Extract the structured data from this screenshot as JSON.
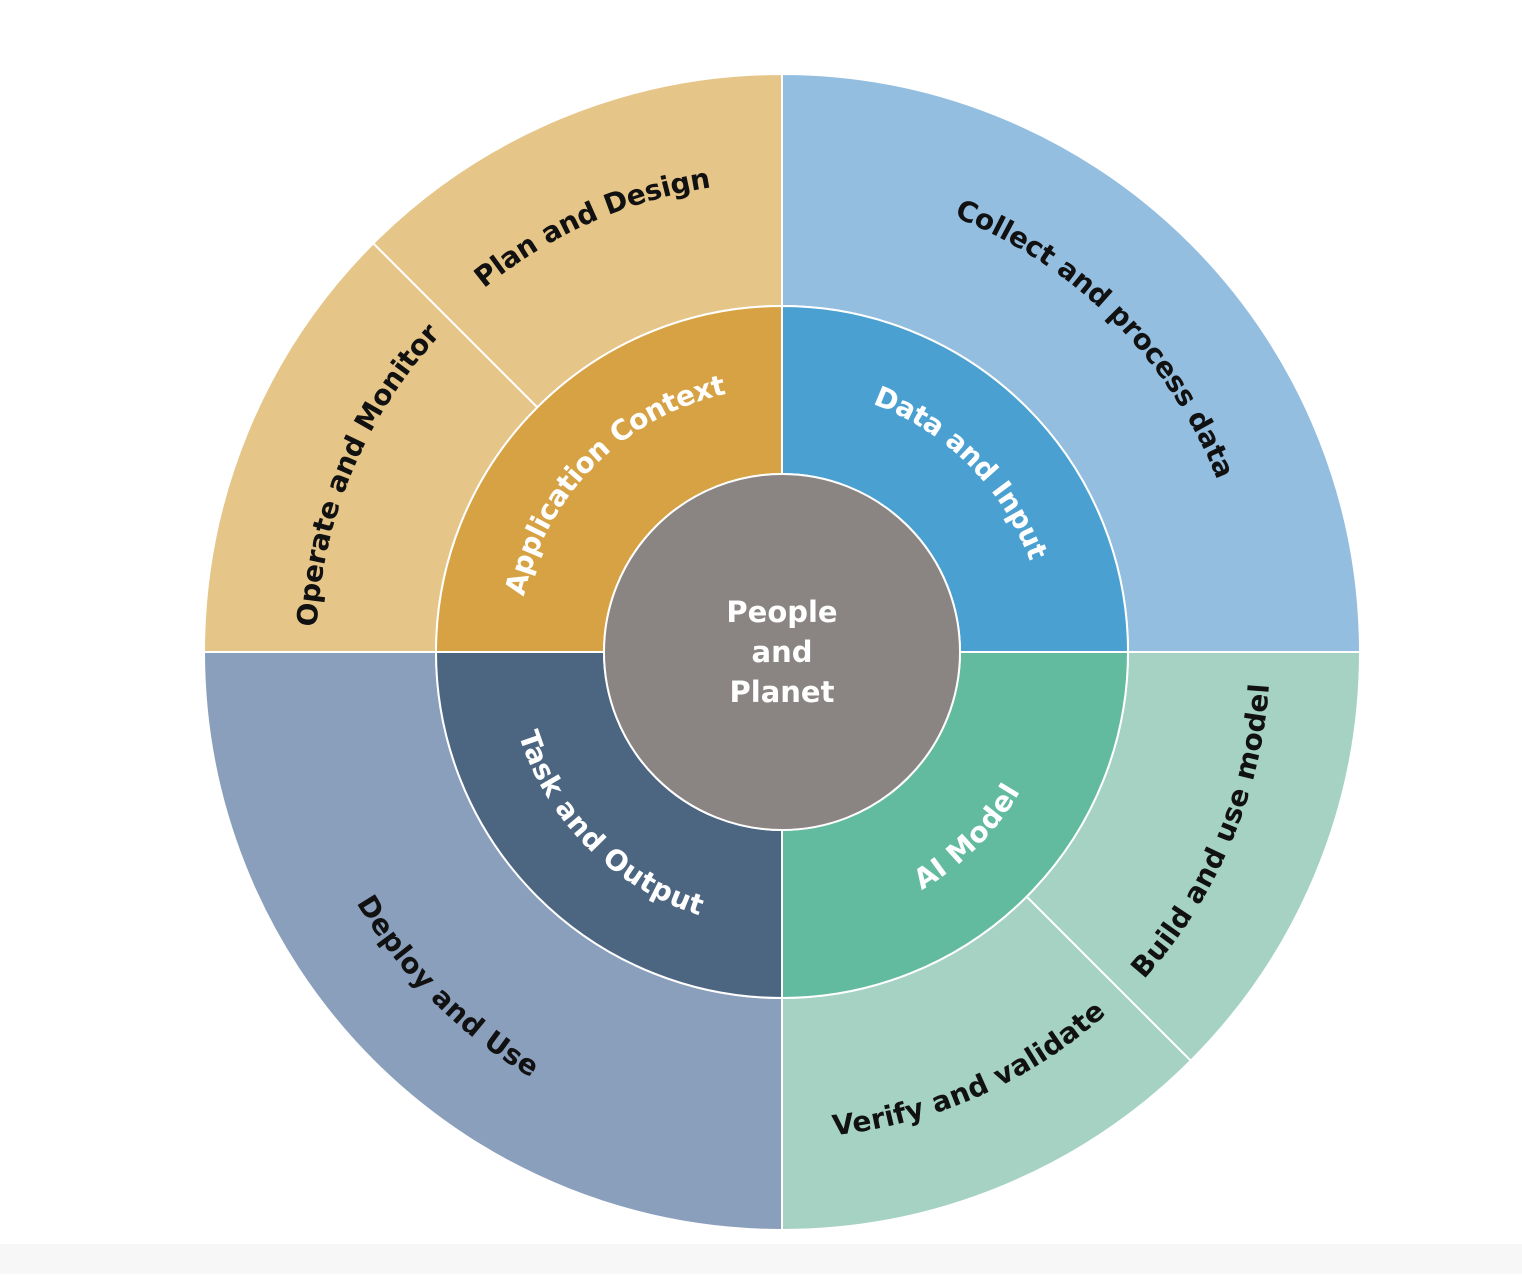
{
  "center": {
    "lines": [
      "People",
      "and",
      "Planet"
    ],
    "color": "#8a8482"
  },
  "inner_ring": [
    {
      "label": "Data and Input",
      "color": "#4aa0d0",
      "text_color": "light"
    },
    {
      "label": "AI Model",
      "color": "#63bb9f",
      "text_color": "light"
    },
    {
      "label": "Task and Output",
      "color": "#4c6682",
      "text_color": "light"
    },
    {
      "label": "Application Context",
      "color": "#d6a243",
      "text_color": "light"
    }
  ],
  "outer_ring": [
    {
      "label": "Collect and process data",
      "color": "#93bee0",
      "text_color": "dark"
    },
    {
      "label": "Build and use model",
      "color": "#a5d2c2",
      "text_color": "dark"
    },
    {
      "label": "Verify and validate",
      "color": "#a5d2c2",
      "text_color": "dark"
    },
    {
      "label": "Deploy and Use",
      "color": "#8a9fbc",
      "text_color": "dark"
    },
    {
      "label": "Operate and Monitor",
      "color": "#e6c588",
      "text_color": "dark"
    },
    {
      "label": "Plan and Design",
      "color": "#e6c588",
      "text_color": "dark"
    }
  ]
}
